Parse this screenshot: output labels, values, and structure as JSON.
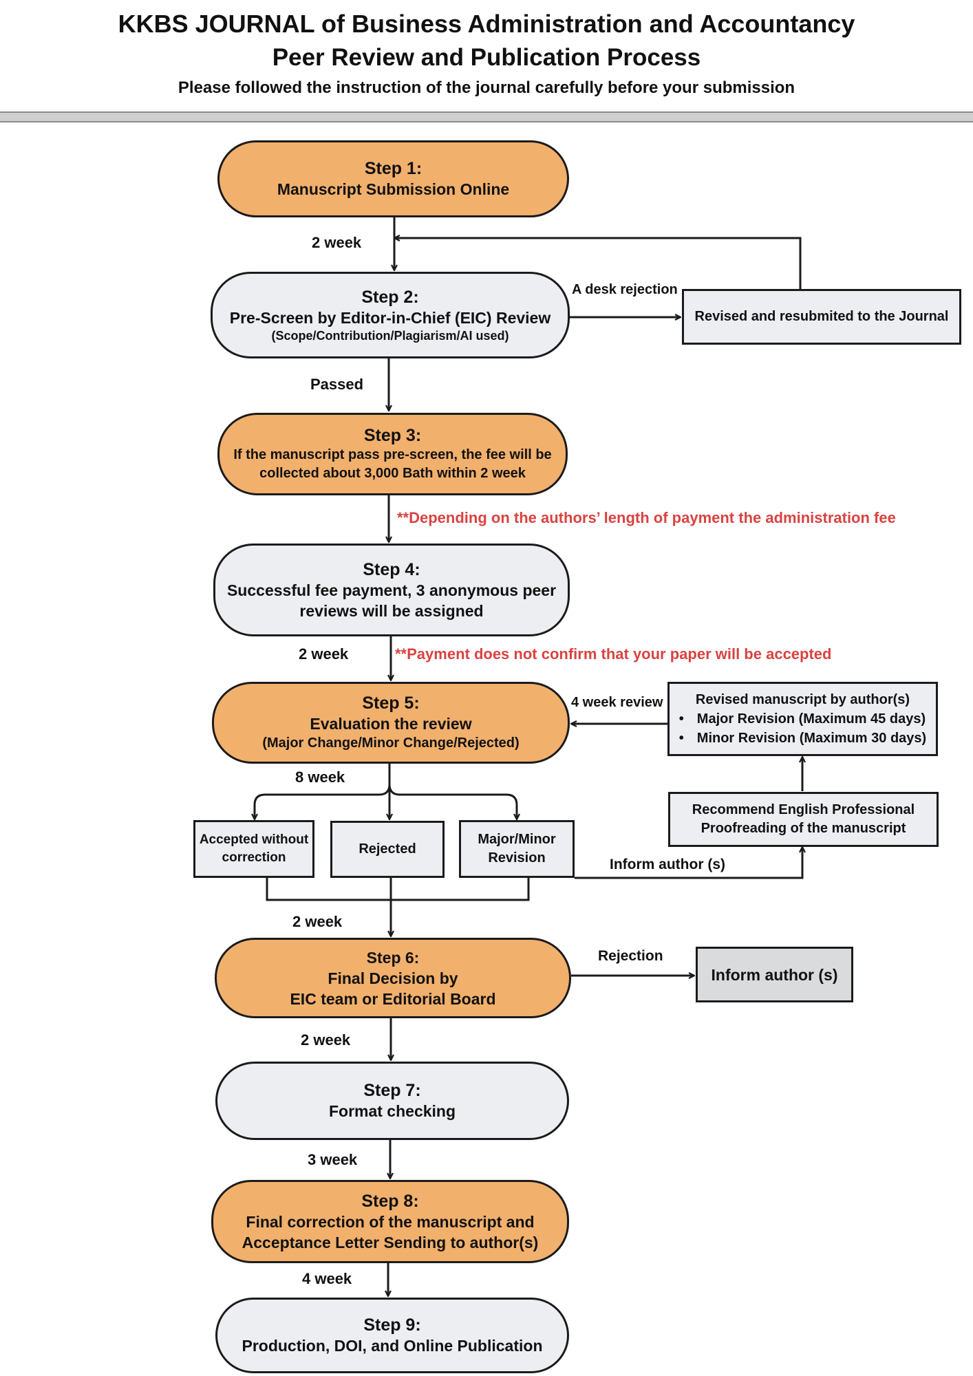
{
  "header": {
    "title": "KKBS JOURNAL of Business Administration and Accountancy",
    "subtitle": "Peer Review and Publication Process",
    "instruction": "Please followed the instruction of the journal carefully before your submission"
  },
  "steps": {
    "s1": {
      "head": "Step 1:",
      "body": "Manuscript Submission Online"
    },
    "s2": {
      "head": "Step 2:",
      "body": "Pre-Screen by Editor-in-Chief (EIC) Review",
      "detail": "(Scope/Contribution/Plagiarism/AI used)"
    },
    "s3": {
      "head": "Step 3:",
      "body1": "If the manuscript pass pre-screen, the fee will be",
      "body2": "collected about 3,000 Bath within 2 week"
    },
    "s4": {
      "head": "Step 4:",
      "body1": "Successful fee payment, 3 anonymous peer",
      "body2": "reviews will be assigned"
    },
    "s5": {
      "head": "Step 5:",
      "body": "Evaluation the review",
      "detail": "(Major Change/Minor Change/Rejected)"
    },
    "s6": {
      "head": "Step 6:",
      "body1": "Final Decision by",
      "body2": "EIC team or Editorial Board"
    },
    "s7": {
      "head": "Step 7:",
      "body": "Format checking"
    },
    "s8": {
      "head": "Step 8:",
      "body1": "Final correction of the manuscript and",
      "body2": "Acceptance Letter Sending to author(s)"
    },
    "s9": {
      "head": "Step 9:",
      "body": "Production, DOI, and Online Publication"
    }
  },
  "boxes": {
    "resubmit": "Revised and resubmited to the Journal",
    "revised_title": "Revised manuscript by author(s)",
    "revised_items": [
      "Major Revision (Maximum 45 days)",
      "Minor Revision (Maximum 30 days)"
    ],
    "proof1": "Recommend English Professional",
    "proof2": "Proofreading of the manuscript",
    "accepted1": "Accepted without",
    "accepted2": "correction",
    "rejected": "Rejected",
    "major1": "Major/Minor",
    "major2": "Revision",
    "inform": "Inform author (s)"
  },
  "labels": {
    "w2a": "2 week",
    "desk": "A desk rejection",
    "passed": "Passed",
    "w2b": "2 week",
    "w4review": "4 week review",
    "w8": "8 week",
    "inform_authors": "Inform author (s)",
    "w2c": "2 week",
    "rejection": "Rejection",
    "w2d": "2 week",
    "w3": "3 week",
    "w4": "4 week"
  },
  "notes": {
    "n1": "**Depending on the authors’ length of payment the administration fee",
    "n2": "**Payment does not confirm that your paper will be accepted"
  },
  "colors": {
    "orange": "#f2b06d",
    "grey": "#eceef2",
    "red": "#d84341"
  }
}
